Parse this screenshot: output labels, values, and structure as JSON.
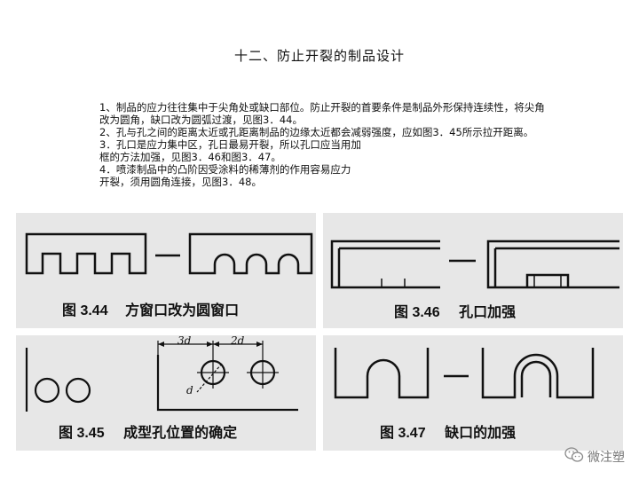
{
  "title": "十二、防止开裂的制品设计",
  "paragraphs": [
    "1、制品的应力往往集中于尖角处或缺口部位。防止开裂的首要条件是制品外形保持连续性，将尖角",
    "改为圆角，缺口改为圆弧过渡，见图3．44。",
    "2、孔与孔之间的距离太近或孔距离制品的边缘太近都会减弱强度，应如图3．45所示拉开距离。",
    "3．孔口是应力集中区，孔日最易开裂，所以孔口应当用加",
    "框的方法加强，见图3．46和图3．47。",
    " 4．喷漆制品中的凸阶因受涂料的稀薄剂的作用容易应力",
    "开裂，须用圆角连接，见图3．48。"
  ],
  "figures": {
    "fig344": {
      "number": "图 3.44",
      "caption": "方窗口改为圆窗口"
    },
    "fig346": {
      "number": "图 3.46",
      "caption": "孔口加强"
    },
    "fig345": {
      "number": "图 3.45",
      "caption": "成型孔位置的确定",
      "dim_3d": "3d",
      "dim_2d": "2d",
      "dim_d": "d"
    },
    "fig347": {
      "number": "图 3.47",
      "caption": "缺口的加强"
    }
  },
  "watermark": {
    "text": "微注塑",
    "icon": "wechat-icon"
  }
}
